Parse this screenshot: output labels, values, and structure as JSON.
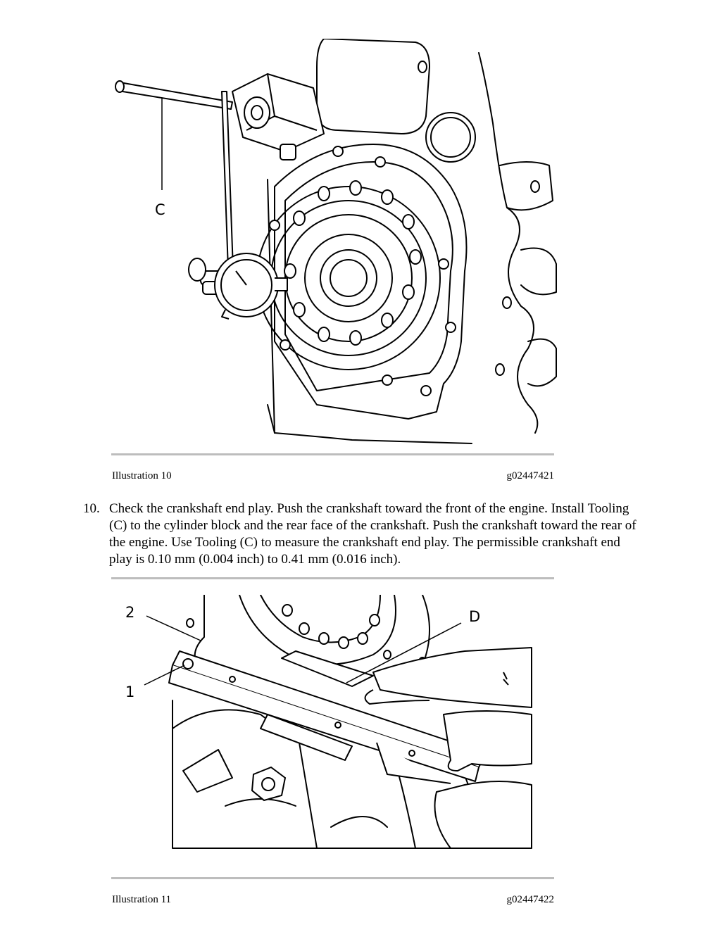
{
  "illustration_10": {
    "caption": "Illustration 10",
    "id": "g02447421",
    "callouts": {
      "c": "C"
    }
  },
  "step_10": {
    "number": "10.",
    "text": "Check the crankshaft end play. Push the crankshaft toward the front of the engine. Install Tooling (C) to the cylinder block and the rear face of the crankshaft. Push the crankshaft toward the rear of the engine. Use Tooling (C) to measure the crankshaft end play. The permissible crankshaft end play is 0.10 mm (0.004 inch) to 0.41 mm (0.016 inch)."
  },
  "illustration_11": {
    "caption": "Illustration 11",
    "id": "g02447422",
    "callouts": {
      "two": "2",
      "one": "1",
      "d": "D"
    }
  }
}
